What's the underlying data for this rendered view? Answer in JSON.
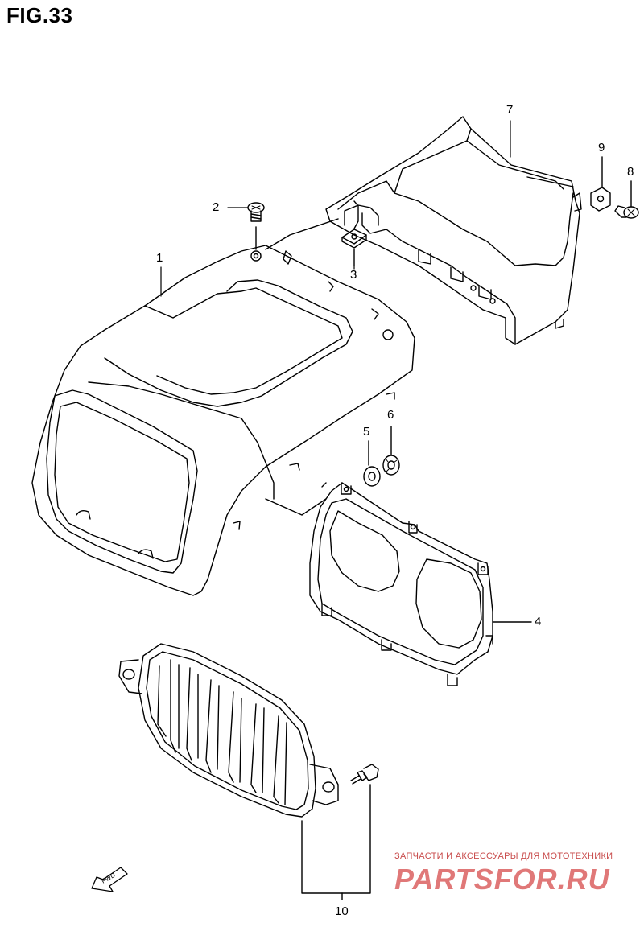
{
  "figure": {
    "title": "FIG.33"
  },
  "callouts": {
    "c1": "1",
    "c2": "2",
    "c3": "3",
    "c4": "4",
    "c5": "5",
    "c6": "6",
    "c7": "7",
    "c8": "8",
    "c9": "9",
    "c10": "10"
  },
  "direction_arrow": {
    "label": "FWD"
  },
  "watermark": {
    "tagline": "ЗАПЧАСТИ И АКСЕССУАРЫ ДЛЯ МОТОТЕХНИКИ",
    "logo_text": "PARTSFOR.RU",
    "color": "#d85a5a"
  },
  "colors": {
    "line": "#000000",
    "background": "#ffffff"
  }
}
